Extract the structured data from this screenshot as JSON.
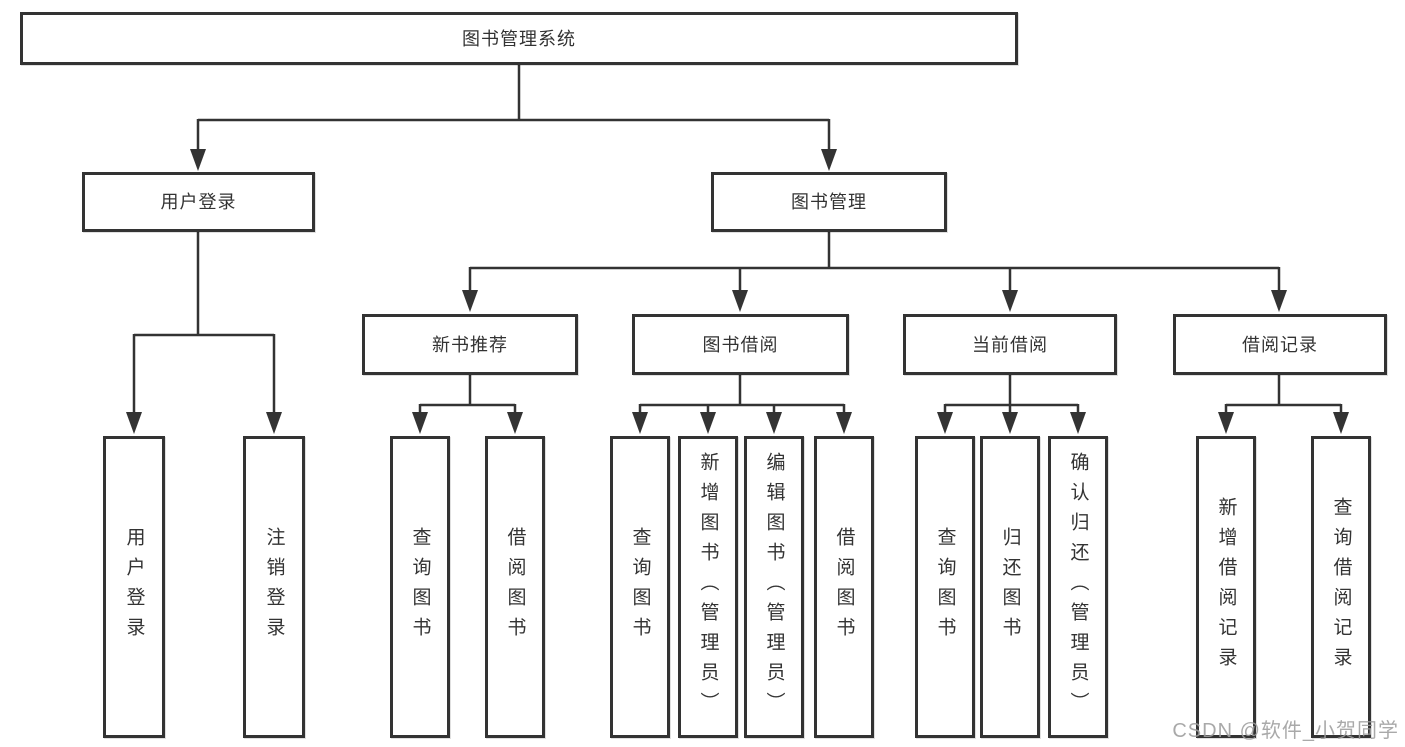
{
  "diagram": {
    "root": {
      "label": "图书管理系统"
    },
    "level2": {
      "user_login": {
        "label": "用户登录"
      },
      "book_management": {
        "label": "图书管理"
      }
    },
    "level3": {
      "new_book_recommend": {
        "label": "新书推荐"
      },
      "book_borrowing": {
        "label": "图书借阅"
      },
      "current_borrowing": {
        "label": "当前借阅"
      },
      "borrowing_records": {
        "label": "借阅记录"
      }
    },
    "leaves": {
      "user_login": {
        "label": "用户登录"
      },
      "logout": {
        "label": "注销登录"
      },
      "nb_query_books": {
        "label": "查询图书"
      },
      "nb_borrow_books": {
        "label": "借阅图书"
      },
      "bb_query_books": {
        "label": "查询图书"
      },
      "bb_add_books_admin": {
        "label": "新增图书（管理员）"
      },
      "bb_edit_books_admin": {
        "label": "编辑图书（管理员）"
      },
      "bb_borrow_books": {
        "label": "借阅图书"
      },
      "cb_query_books": {
        "label": "查询图书"
      },
      "cb_return_books": {
        "label": "归还图书"
      },
      "cb_confirm_return_admin": {
        "label": "确认归还（管理员）"
      },
      "br_add_record": {
        "label": "新增借阅记录"
      },
      "br_query_record": {
        "label": "查询借阅记录"
      }
    }
  },
  "watermark": {
    "text": "CSDN @软件_小贺同学"
  },
  "colors": {
    "line": "#333333",
    "box_border": "#333333",
    "text": "#333333",
    "watermark": "#9e9e9e",
    "background": "#ffffff"
  }
}
